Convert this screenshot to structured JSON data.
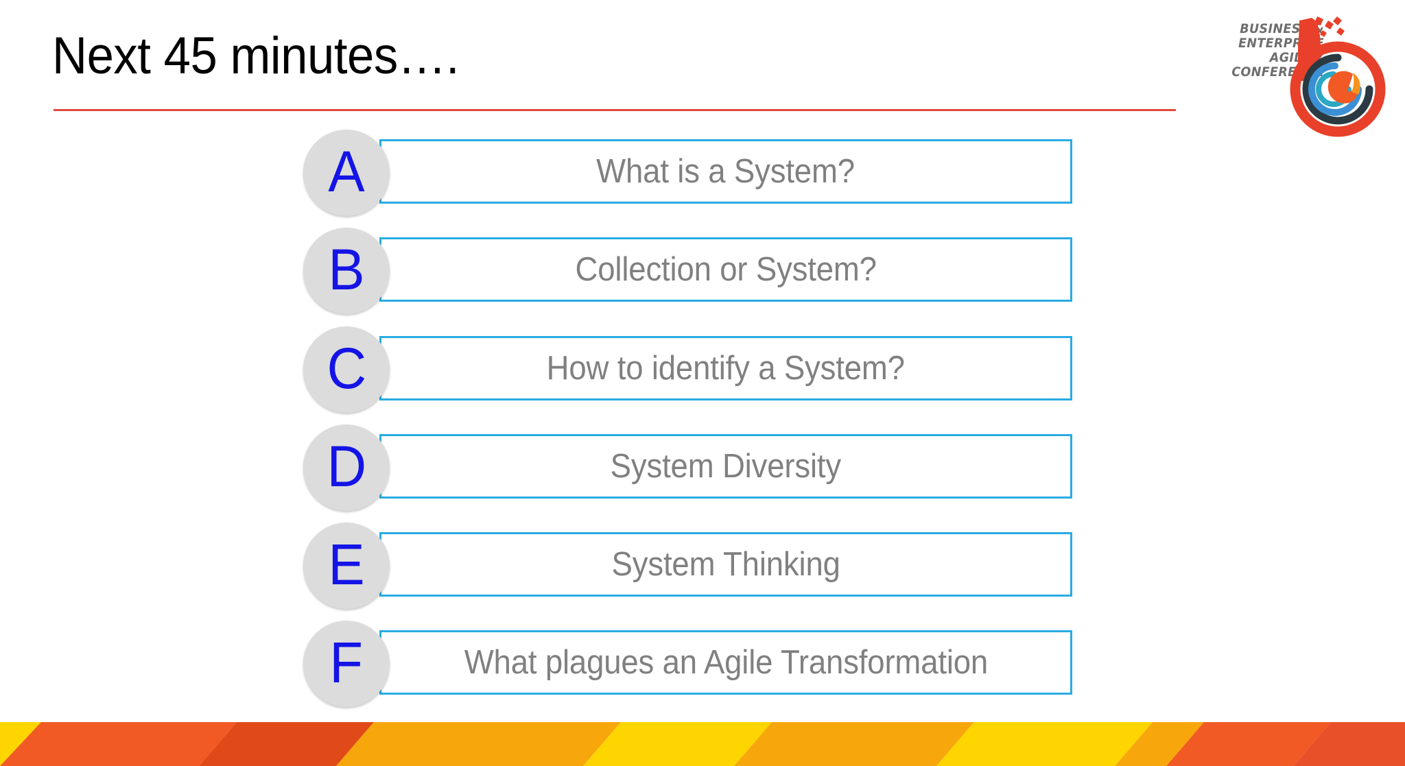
{
  "slide": {
    "title": "Next 45 minutes….",
    "accent_rule_color": "#E04A3C",
    "box_border_color": "#29ABE2",
    "badge_fill_color": "#DCDCDC",
    "badge_letter_color": "#1414E6",
    "item_text_color": "#808080",
    "background_color": "#FFFFFF"
  },
  "logo": {
    "line1": "BUSINESS &",
    "line2": "ENTERPRISE",
    "line3": "AGILITY",
    "line4": "CONFERENCE",
    "text_color": "#6E6E6E",
    "mark_red": "#E8402A",
    "mark_orange": "#F15A24",
    "mark_dark": "#2B3A42",
    "mark_blue": "#3B8FD4",
    "mark_teal": "#2BA8C4"
  },
  "agenda": {
    "items": [
      {
        "badge": "A",
        "label": "What is a System?"
      },
      {
        "badge": "B",
        "label": "Collection or System?"
      },
      {
        "badge": "C",
        "label": "How to identify a System?"
      },
      {
        "badge": "D",
        "label": "System Diversity"
      },
      {
        "badge": "E",
        "label": "System Thinking"
      },
      {
        "badge": "F",
        "label": "What plagues an Agile Transformation"
      }
    ]
  },
  "band": {
    "colors": [
      "#FFD500",
      "#F15A24",
      "#E04A18",
      "#F7A70C",
      "#FFD500",
      "#F7A70C",
      "#F15A24",
      "#E8502A"
    ]
  }
}
